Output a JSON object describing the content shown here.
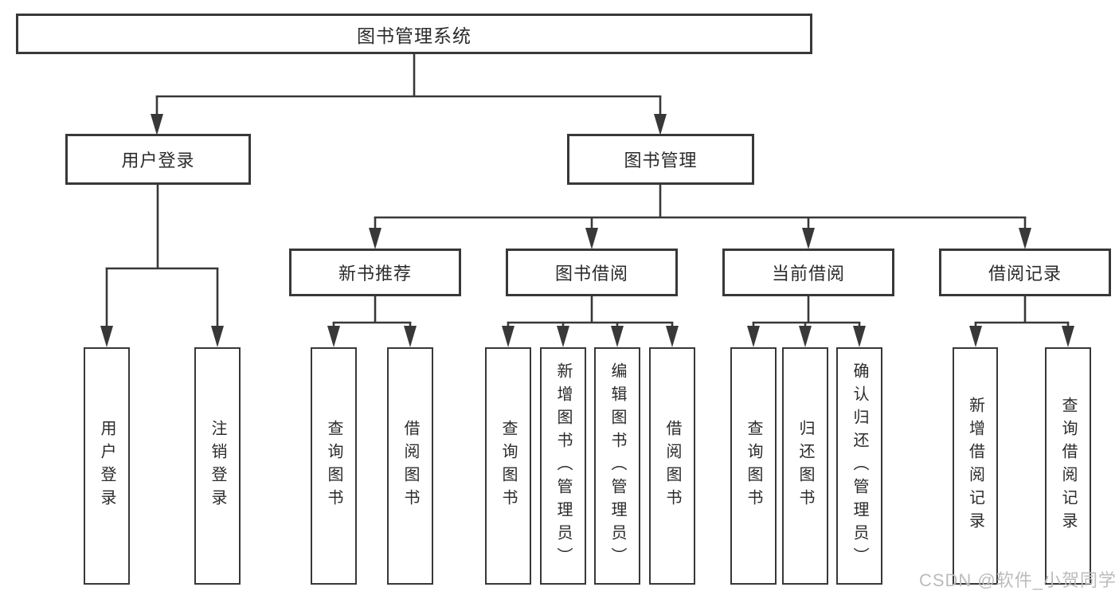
{
  "diagram": {
    "nodes": {
      "root": "图书管理系统",
      "user_login": "用户登录",
      "book_management": "图书管理",
      "new_book_recommend": "新书推荐",
      "book_borrow": "图书借阅",
      "current_borrow": "当前借阅",
      "borrow_record": "借阅记录",
      "leaf_user_login": "用户登录",
      "leaf_logout": "注销登录",
      "leaf_query_book_1": "查询图书",
      "leaf_borrow_book_1": "借阅图书",
      "leaf_query_book_2": "查询图书",
      "leaf_add_book_admin": "新增图书（管理员）",
      "leaf_edit_book_admin": "编辑图书（管理员）",
      "leaf_borrow_book_2": "借阅图书",
      "leaf_query_book_3": "查询图书",
      "leaf_return_book": "归还图书",
      "leaf_confirm_return_admin": "确认归还（管理员）",
      "leaf_add_borrow_record": "新增借阅记录",
      "leaf_query_borrow_record": "查询借阅记录"
    },
    "colors": {
      "line": "#383838",
      "text": "#2b2b2b",
      "background": "#ffffff",
      "watermark": "#bcbcbc"
    }
  },
  "watermark": {
    "text": "CSDN @软件_小贺同学"
  }
}
